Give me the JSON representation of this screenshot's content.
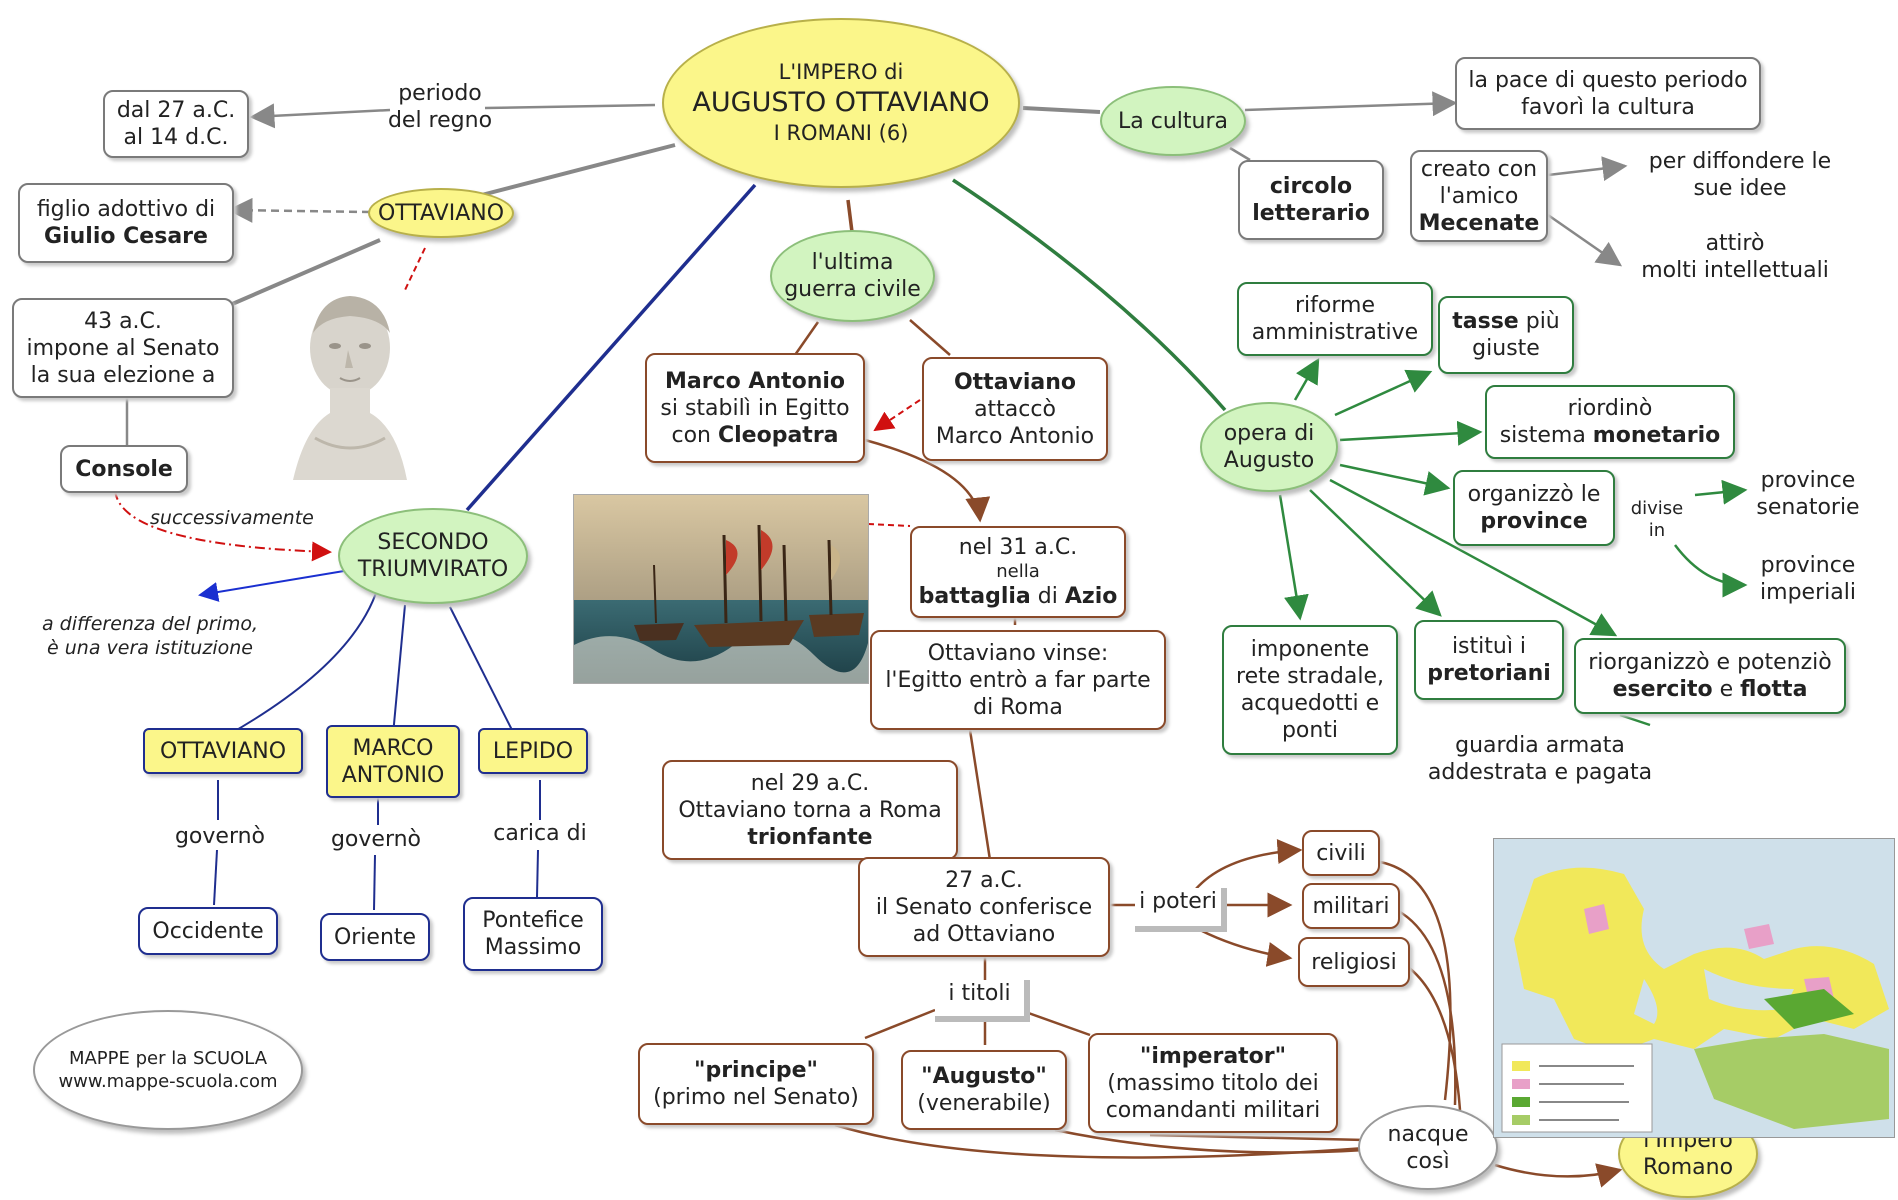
{
  "center": {
    "line1": "L'IMPERO di",
    "line2": "AUGUSTO OTTAVIANO",
    "line3": "I ROMANI (6)"
  },
  "regno": {
    "label1": "periodo",
    "label2": "del regno",
    "dates1": "dal 27 a.C.",
    "dates2": "al 14 d.C."
  },
  "ottaviano": {
    "bubble": "OTTAVIANO",
    "figlio1": "figlio adottivo di",
    "figlio2": "Giulio Cesare",
    "ac43_1": "43 a.C.",
    "ac43_2": "impone al Senato",
    "ac43_3": "la sua elezione a",
    "console": "Console",
    "succ": "successivamente"
  },
  "triumvirato": {
    "bubble1": "SECONDO",
    "bubble2": "TRIUMVIRATO",
    "note1": "a differenza del primo,",
    "note2": "è una vera istituzione",
    "members": [
      {
        "name1": "OTTAVIANO",
        "name2": "",
        "verb": "governò",
        "result1": "Occidente",
        "result2": ""
      },
      {
        "name1": "MARCO",
        "name2": "ANTONIO",
        "verb": "governò",
        "result1": "Oriente",
        "result2": ""
      },
      {
        "name1": "LEPIDO",
        "name2": "",
        "verb": "carica di",
        "result1": "Pontefice",
        "result2": "Massimo"
      }
    ]
  },
  "guerra": {
    "bubble1": "l'ultima",
    "bubble2": "guerra civile",
    "ma1": "Marco Antonio",
    "ma2": "si stabilì in Egitto",
    "ma3a": "con ",
    "ma3b": "Cleopatra",
    "ot1": "Ottaviano",
    "ot2": "attaccò",
    "ot3": "Marco Antonio",
    "azio1": "nel 31 a.C.",
    "azio2": "nella",
    "azio3a": "battaglia",
    "azio3b": " di ",
    "azio3c": "Azio",
    "vinse1": "Ottaviano vinse:",
    "vinse2": "l'Egitto entrò a far parte",
    "vinse3": "di Roma",
    "ac29_1": "nel 29 a.C.",
    "ac29_2": "Ottaviano torna a Roma",
    "ac29_3": "trionfante",
    "ac27_1": "27 a.C.",
    "ac27_2": "il Senato conferisce",
    "ac27_3": "ad Ottaviano"
  },
  "poteri": {
    "label": "i poteri",
    "items": [
      "civili",
      "militari",
      "religiosi"
    ]
  },
  "titoli": {
    "label": "i titoli",
    "principe1": "\"principe\"",
    "principe2": "(primo nel Senato)",
    "augusto1": "\"Augusto\"",
    "augusto2": "(venerabile)",
    "imperator1": "\"imperator\"",
    "imperator2": "(massimo titolo dei",
    "imperator3": "comandanti militari"
  },
  "nacque": {
    "line1": "nacque",
    "line2": "così"
  },
  "impero": {
    "line1": "l'Impero",
    "line2": "Romano"
  },
  "cultura": {
    "bubble": "La cultura",
    "pace1": "la pace di questo periodo",
    "pace2": "favorì la cultura",
    "circolo1": "circolo",
    "circolo2": "letterario",
    "creato1": "creato con",
    "creato2": "l'amico",
    "creato3": "Mecenate",
    "diffondere1": "per diffondere le",
    "diffondere2": "sue idee",
    "attiro1": "attirò",
    "attiro2": "molti intellettuali"
  },
  "opera": {
    "bubble1": "opera di",
    "bubble2": "Augusto",
    "riforme1": "riforme",
    "riforme2": "amministrative",
    "tasse1": "tasse",
    "tasse1b": " più",
    "tasse2": "giuste",
    "riordino1": "riordinò",
    "riordino2a": "sistema ",
    "riordino2b": "monetario",
    "organizzo1": "organizzò le",
    "organizzo2": "province",
    "divise1": "divise",
    "divise2": "in",
    "senatorie1": "province",
    "senatorie2": "senatorie",
    "imperiali1": "province",
    "imperiali2": "imperiali",
    "rete1": "imponente",
    "rete2": "rete stradale,",
    "rete3": "acquedotti e",
    "rete4": "ponti",
    "pretoriani1": "istituì i",
    "pretoriani2": "pretoriani",
    "guardia1": "guardia armata",
    "guardia2": "addestrata e pagata",
    "esercito1": "riorganizzò e potenziò",
    "esercito2a": "esercito",
    "esercito2b": " e ",
    "esercito2c": "flotta"
  },
  "credits": {
    "line1": "MAPPE per la SCUOLA",
    "line2": "www.mappe-scuola.com"
  },
  "colors": {
    "blue": "#1f2e8f",
    "green": "#2f7d3f",
    "brown": "#8a4a2a",
    "yellow": "#fbf68a",
    "lightgreen": "#d2f4c0"
  }
}
